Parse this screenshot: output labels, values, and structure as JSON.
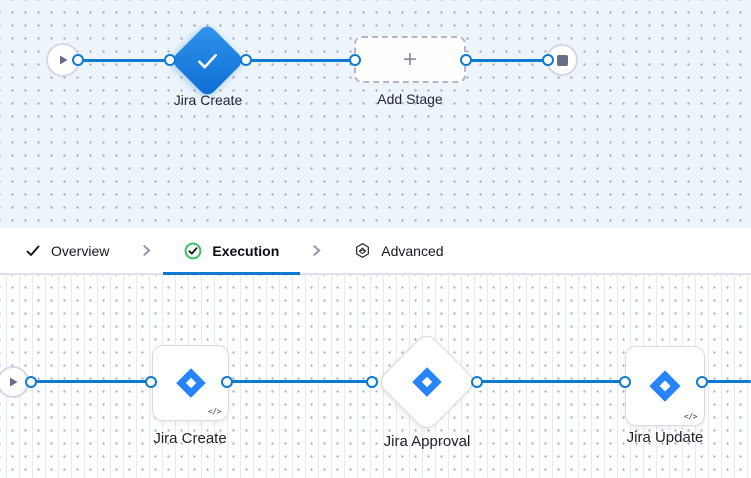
{
  "colors": {
    "accent_blue": "#0f7ad1",
    "stage_gradient_start": "#3395eb",
    "stage_gradient_end": "#0a6cd3",
    "jira_blue": "#2684ff",
    "jira_blue_dark": "#1053cc",
    "success_green": "#3dc06a",
    "canvas_top_bg": "#edf5fb",
    "node_border": "#d8d9e2",
    "glyph_gray": "#6b6d85"
  },
  "top_canvas": {
    "stage": {
      "label": "Jira Create",
      "icon": "check-icon"
    },
    "add_stage": {
      "label": "Add Stage",
      "plus": "+"
    }
  },
  "tab_bar": {
    "tabs": [
      {
        "label": "Overview",
        "icon": "check-icon",
        "active": false
      },
      {
        "label": "Execution",
        "icon": "check-circle-icon",
        "active": true
      },
      {
        "label": "Advanced",
        "icon": "hexagon-layers-icon",
        "active": false
      }
    ]
  },
  "bottom_canvas": {
    "steps": [
      {
        "label": "Jira Create",
        "icon": "jira-icon",
        "code_badge": "</>"
      },
      {
        "label": "Jira Approval",
        "icon": "jira-icon"
      },
      {
        "label": "Jira Update",
        "icon": "jira-icon",
        "code_badge": "</>"
      }
    ]
  }
}
